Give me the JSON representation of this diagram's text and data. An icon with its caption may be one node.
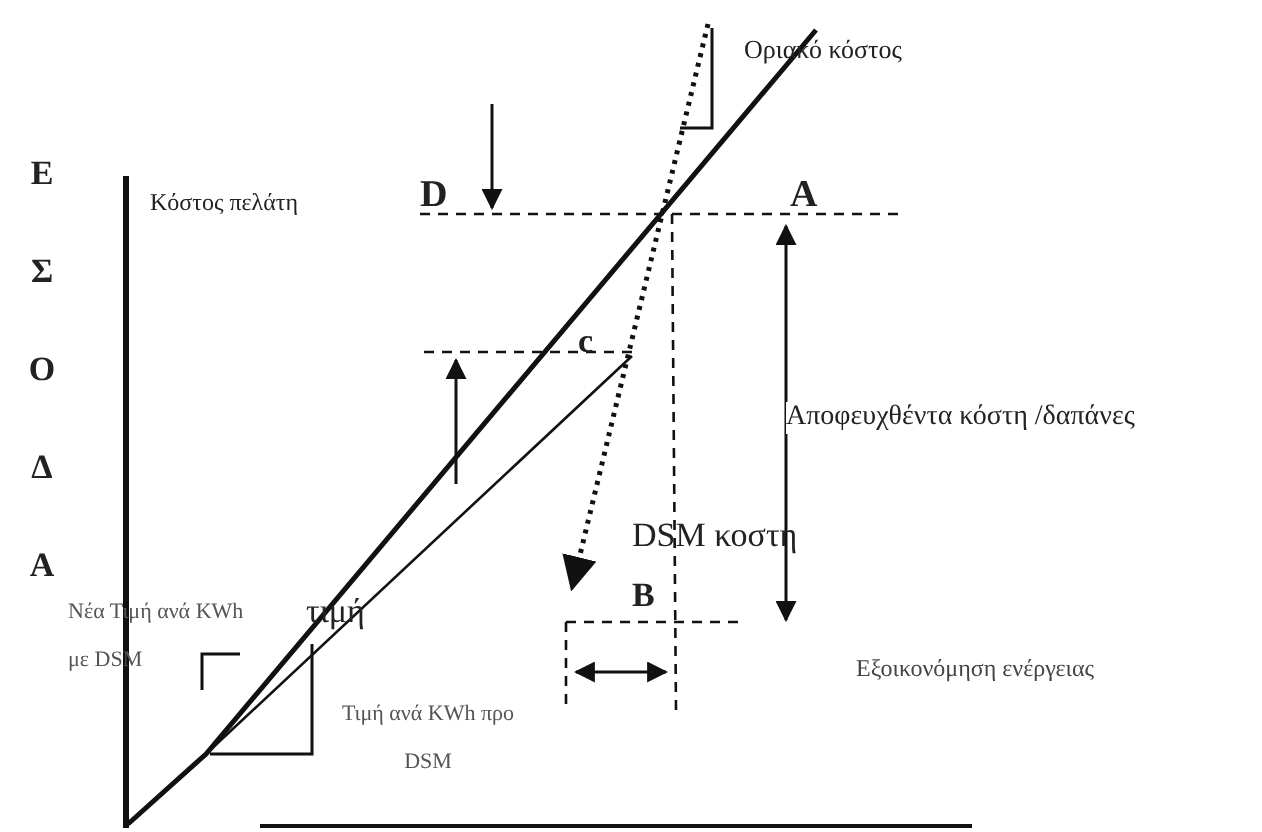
{
  "diagram": {
    "labels": [
      "ΕΣΟΔΑ",
      "Κόστος πελάτη",
      "Οριακό κόστος",
      "D",
      "A",
      "c",
      "Αποφευχθέντα κόστη /δαπάνες",
      "DSM κοστη",
      "B",
      "Νέα Τιμή ανά KWh με DSM",
      "τιμή",
      "Τιμή ανά KWh προ DSM",
      "Εξοικονόμηση ενέργειας"
    ]
  }
}
